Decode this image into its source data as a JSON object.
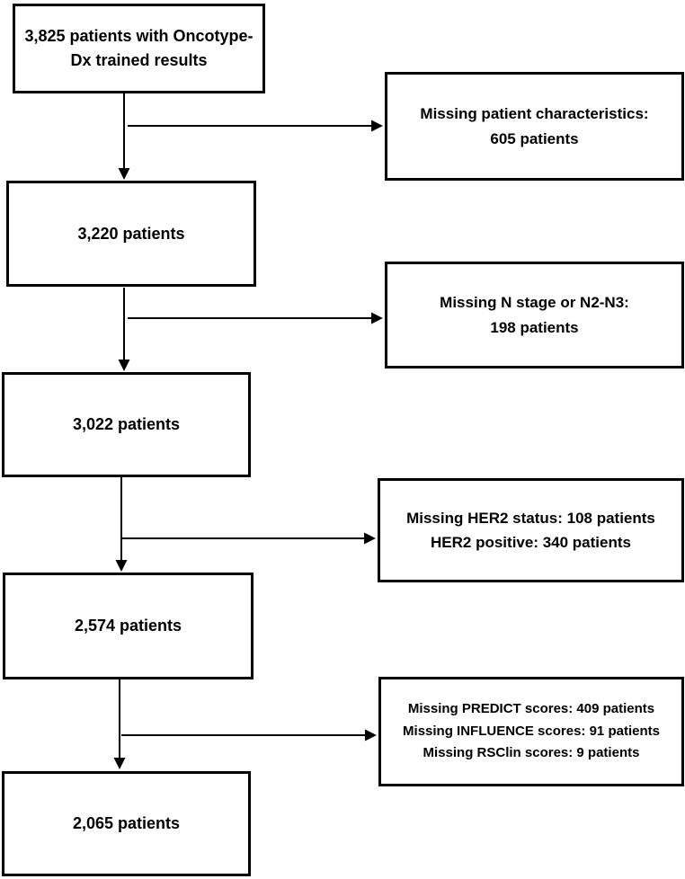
{
  "flow": {
    "main_boxes": [
      {
        "lines": [
          "3,825 patients with Oncotype-",
          "Dx trained results"
        ]
      },
      {
        "lines": [
          "3,220 patients"
        ]
      },
      {
        "lines": [
          "3,022 patients"
        ]
      },
      {
        "lines": [
          "2,574 patients"
        ]
      },
      {
        "lines": [
          "2,065 patients"
        ]
      }
    ],
    "exclusion_boxes": [
      {
        "lines": [
          "Missing patient characteristics:",
          "605 patients"
        ]
      },
      {
        "lines": [
          "Missing N stage or N2-N3:",
          "198 patients"
        ]
      },
      {
        "lines": [
          "Missing HER2 status: 108 patients",
          "HER2 positive: 340 patients"
        ]
      },
      {
        "lines": [
          "Missing PREDICT scores: 409 patients",
          "Missing INFLUENCE scores: 91 patients",
          "Missing RSClin scores: 9 patients"
        ]
      }
    ],
    "colors": {
      "line": "#000000",
      "box_border": "#000000",
      "background": "#ffffff",
      "text": "#000000"
    }
  }
}
